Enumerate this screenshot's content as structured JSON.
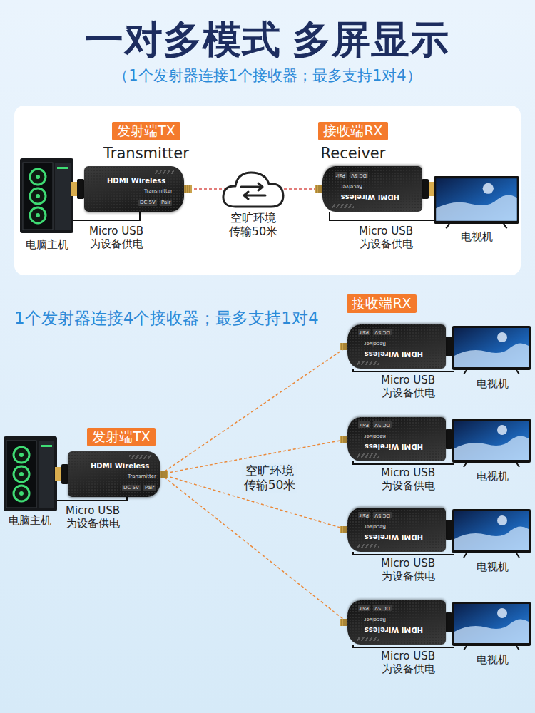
{
  "diagram": {
    "title": "一对多模式 多屏显示",
    "nodes": [
      {
        "text": [
          "发射端TX"
        ]
      },
      {
        "text": [
          "接收端RX"
        ]
      },
      {
        "text": [
          "HDMI Wireless",
          "Transmitter",
          "DC 5V",
          "Pair"
        ]
      },
      {
        "text": [
          "HDMI Wireless",
          "Receiver",
          "DC 5V",
          "Pair"
        ]
      },
      {
        "text": [
          "接收端RX"
        ]
      },
      {
        "text": [
          "HDMI Wireless",
          "Receiver",
          "DC 5V",
          "Pair"
        ]
      },
      {
        "text": [
          "HDMI Wireless",
          "Receiver",
          "DC 5V",
          "Pair"
        ]
      },
      {
        "text": [
          "发射端TX"
        ]
      },
      {
        "text": [
          "HDMI Wireless",
          "Transmitter",
          "DC 5V",
          "Pair"
        ]
      },
      {
        "text": [
          "HDMI Wireless",
          "Receiver",
          "DC 5V",
          "Pair"
        ]
      },
      {
        "text": [
          "HDMI Wireless",
          "Receiver",
          "DC 5V",
          "Pair"
        ]
      }
    ],
    "edges": [
      {
        "from": 2,
        "to": 3,
        "arrow": "none"
      },
      {
        "from": 8,
        "to": 5,
        "arrow": "none"
      },
      {
        "from": 8,
        "to": 6,
        "arrow": "none"
      },
      {
        "from": 8,
        "to": 9,
        "arrow": "none"
      },
      {
        "from": 8,
        "to": 10,
        "arrow": "none"
      }
    ],
    "labels": [
      "（1个发射器连接1个接收器；最多支持1对4）",
      "Transmitter",
      "Receiver",
      "电脑主机",
      "Micro USB 为设备供电",
      "空旷环境 传输50米",
      "Micro USB 为设备供电",
      "电视机",
      "1个发射器连接4个接收器；最多支持1对4",
      "Micro USB 为设备供电",
      "电视机",
      "Micro USB 为设备供电",
      "电视机",
      "空旷环境 传输50米",
      "电脑主机",
      "Micro USB 为设备供电",
      "Micro USB 为设备供电",
      "电视机",
      "Micro USB 为设备供电",
      "电视机"
    ]
  }
}
